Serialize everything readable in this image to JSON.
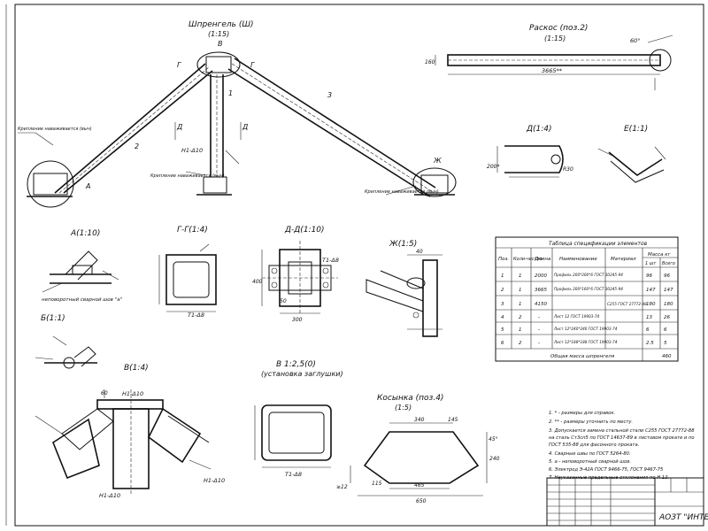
{
  "views": {
    "truss_title": "Шпренгель (Ш)",
    "truss_scale": "(1:15)",
    "brace_title": "Раскос (поз.2)",
    "brace_scale": "(1:15)",
    "brace_length": "3665**",
    "brace_height": "160",
    "brace_angle": "60°",
    "d_title": "Д(1:4)",
    "d_dim": "200*",
    "d_radius": "R30",
    "e_title": "Е(1:1)",
    "a_title": "А(1:10)",
    "a_weld_note": "неповоротный сварной шов \"а\"",
    "b_title": "Б(1:1)",
    "gg_title": "Г-Г(1:4)",
    "dd_title": "Д-Д(1:10)",
    "dd_dim1": "300",
    "dd_dim2": "50",
    "dd_dim3": "400",
    "zh_title": "Ж(1:5)",
    "zh_dim": "40",
    "v_title": "В(1:4)",
    "v_dim": "60",
    "weld_label": "Н1-Δ10",
    "weld_label2": "Т1-Δ8",
    "note_fix_left": "Крепление наваживается (выч)",
    "note_fix_center": "Крепление наваживается (выч)",
    "note_fix_right": "Крепление наваживается (выч)",
    "b_rotated_title": "В 1:2,5(0)",
    "b_rotated_sub": "(установка заглушки)",
    "gusset_title": "Косынка (поз.4)",
    "gusset_scale": "(1:5)",
    "gusset_dims": [
      "340",
      "145",
      "465",
      "650",
      "115",
      "240",
      "45°",
      "≥12"
    ]
  },
  "table": {
    "title": "Таблица спецификации элементов",
    "headers": [
      "Поз.",
      "Коли-чество",
      "Длина",
      "Наименование",
      "Материал",
      "Масса кг",
      "1 шт",
      "Всего"
    ],
    "rows": [
      [
        "1",
        "1",
        "2000",
        "Профиль 200*200*6 ГОСТ 30245-94",
        "",
        "96",
        "96"
      ],
      [
        "2",
        "1",
        "3665",
        "Профиль 200*160*6 ГОСТ 30245-94",
        "",
        "147",
        "147"
      ],
      [
        "3",
        "1",
        "4150",
        "",
        "С255 ГОСТ 27772-88",
        "180",
        "180"
      ],
      [
        "4",
        "2",
        "-",
        "Лист 12 ГОСТ 19903-74",
        "",
        "13",
        "26"
      ],
      [
        "5",
        "1",
        "-",
        "Лист 12*240*240 ГОСТ 19903-74",
        "",
        "6",
        "6"
      ],
      [
        "6",
        "2",
        "-",
        "Лист 12*188*188 ГОСТ 19903-74",
        "",
        "2.5",
        "5"
      ]
    ],
    "footer_label": "Общая масса шпренгеля",
    "footer_value": "460"
  },
  "notes": [
    "1. * - размеры для справок.",
    "2. ** - размеры уточнить по месту.",
    "3. Допускается замена стальной стали С255 ГОСТ 27772-88",
    "на сталь Ст3сп5 по ГОСТ 14637-89 в листовом прокате и по",
    "ГОСТ 535-88 для фасонного проката.",
    "4. Сварные швы по ГОСТ 5264-80.",
    "5. а - неповоротный сварной шов.",
    "6. Электрод Э-42А ГОСТ 9466-75, ГОСТ 9467-75",
    "7. Неуказанные предельные отклонения по Н 12."
  ],
  "title_block": {
    "company": "АОЗТ \"ИНТЕХ\""
  }
}
